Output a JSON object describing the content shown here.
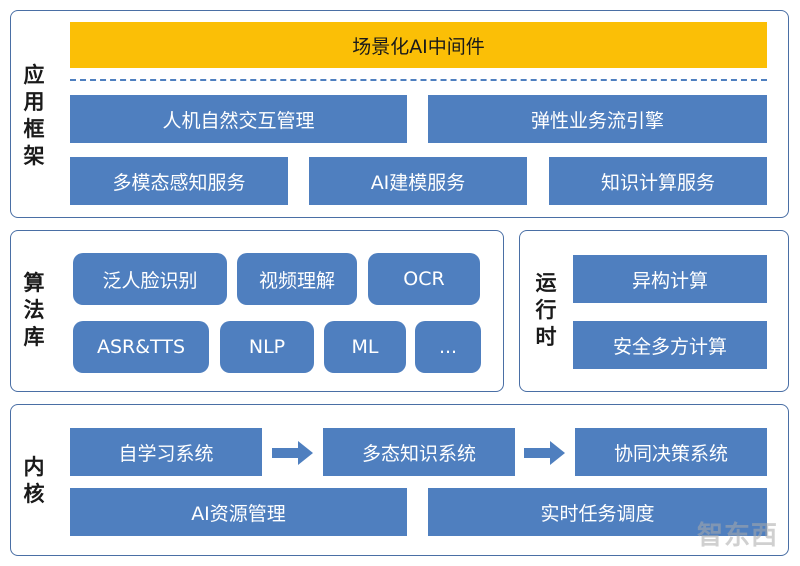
{
  "application_framework": {
    "label": [
      "应",
      "用",
      "框",
      "架"
    ],
    "banner": "场景化AI中间件",
    "row1": [
      "人机自然交互管理",
      "弹性业务流引擎"
    ],
    "row2": [
      "多模态感知服务",
      "AI建模服务",
      "知识计算服务"
    ]
  },
  "algorithm_library": {
    "label": [
      "算",
      "法",
      "库"
    ],
    "row1": [
      "泛人脸识别",
      "视频理解",
      "OCR"
    ],
    "row2": [
      "ASR&TTS",
      "NLP",
      "ML",
      "..."
    ]
  },
  "runtime": {
    "label": [
      "运",
      "行",
      "时"
    ],
    "items": [
      "异构计算",
      "安全多方计算"
    ]
  },
  "kernel": {
    "label": [
      "内",
      "核"
    ],
    "flow": [
      "自学习系统",
      "多态知识系统",
      "协同决策系统"
    ],
    "row2": [
      "AI资源管理",
      "实时任务调度"
    ]
  },
  "watermark": "智东西",
  "colors": {
    "box": "#4f7fbf",
    "banner": "#fbbf06",
    "border": "#4a6fa5"
  }
}
